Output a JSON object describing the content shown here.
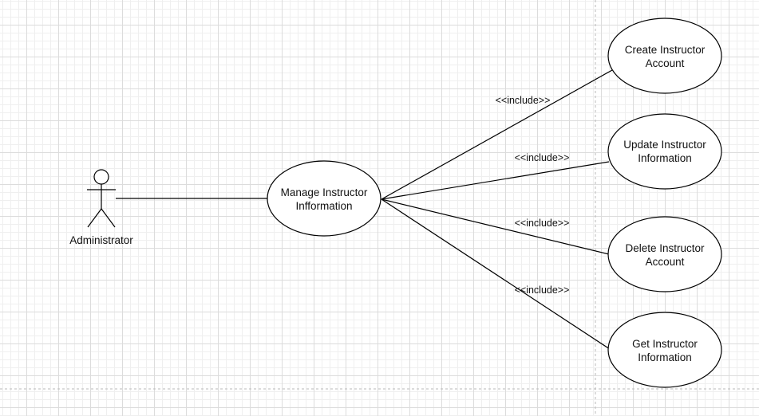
{
  "diagram": {
    "actor": {
      "label": "Administrator"
    },
    "main_use_case": {
      "lines": [
        "Manage Instructor",
        "Infformation"
      ]
    },
    "included_use_cases": [
      {
        "lines": [
          "Create Instructor",
          "Account"
        ],
        "relation": "<<include>>"
      },
      {
        "lines": [
          "Update Instructor",
          "Information"
        ],
        "relation": "<<include>>"
      },
      {
        "lines": [
          "Delete Instructor",
          "Account"
        ],
        "relation": "<<include>>"
      },
      {
        "lines": [
          "Get Instructor",
          "Information"
        ],
        "relation": "<<include>>"
      }
    ]
  }
}
